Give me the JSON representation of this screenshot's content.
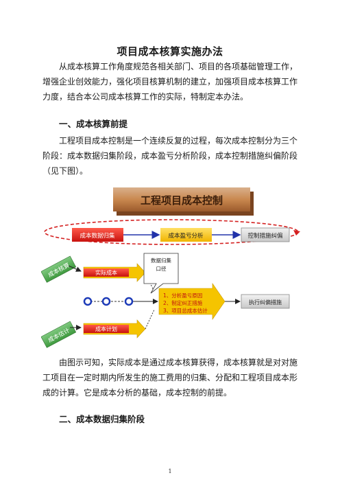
{
  "document": {
    "title": "项目成本核算实施办法",
    "intro": "从成本核算工作角度规范各相关部门、项目的各项基础管理工作，增强企业创效能力，强化项目核算机制的建立，加强项目成本核算工作力度，结合本公司成本核算工作的实际，特制定本办法。",
    "section1_heading": "一、成本核算前提",
    "section1_text": "工程项目成本控制是一个连续反复的过程，每次成本控制分为三个阶段：成本数据归集阶段，成本盈亏分析阶段，成本控制措施纠偏阶段（见下图）。",
    "after_figure_text": "由图示可知，实际成本是通过成本核算获得，成本核算就是对对施工项目在一定时期内所发生的施工费用的归集、分配和工程项目成本形成的计算。它是成本分析的基础，成本控制的前提。",
    "section2_heading": "二、成本数据归集阶段",
    "page_number": "1"
  },
  "figure": {
    "banner": "工程项目成本控制",
    "stage1": "成本数据归集",
    "stage2": "成本盈亏分析",
    "stage3": "控制措施纠偏",
    "left_top": "成本核算",
    "left_bottom": "成本估计",
    "actual_cost": "实际成本",
    "planned_cost": "成本计划",
    "callout_line1": "数据归集",
    "callout_line2": "口径",
    "analysis1": "1、分析盈亏原因",
    "analysis2": "2、制定纠正措施",
    "analysis3": "3、项目总成本估计",
    "execute": "执行纠偏措施"
  }
}
